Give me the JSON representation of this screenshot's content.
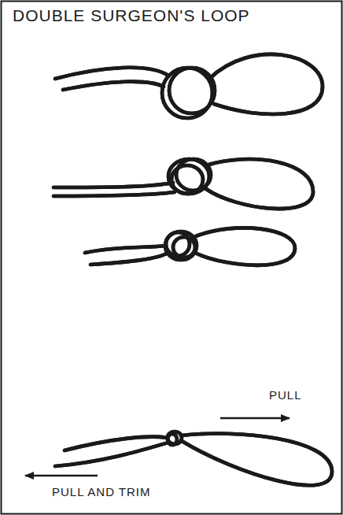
{
  "diagram": {
    "title": "DOUBLE SURGEON'S LOOP",
    "labels": [
      "PULL",
      "PULL AND TRIM"
    ]
  }
}
